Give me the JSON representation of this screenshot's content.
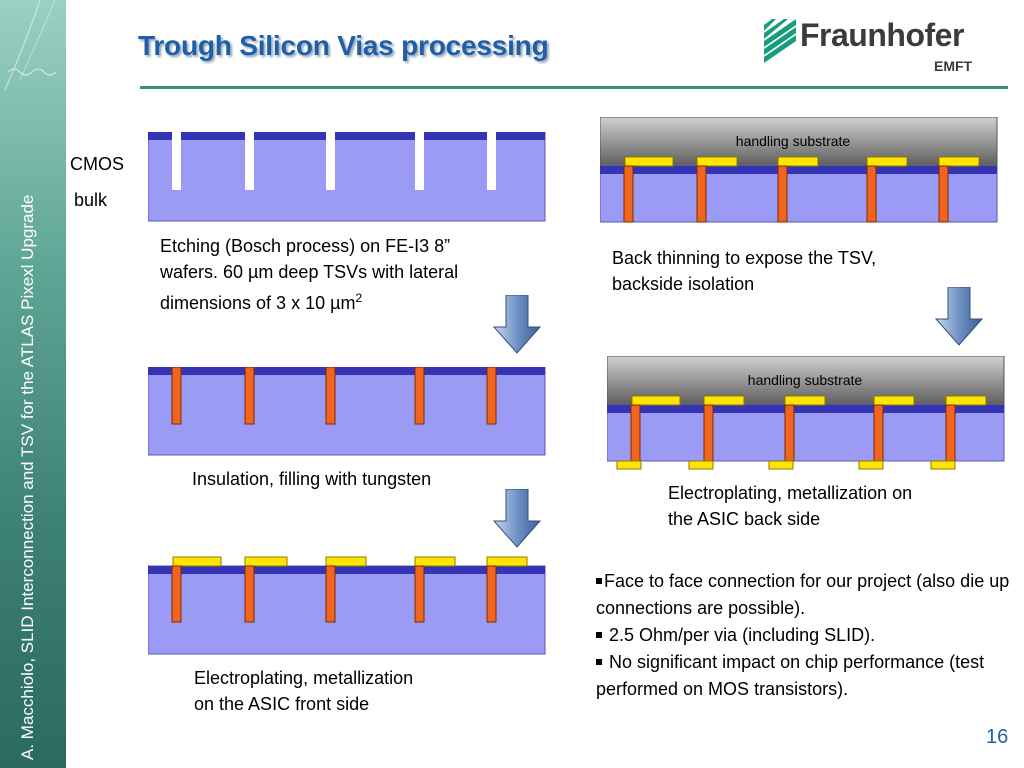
{
  "sidebar": {
    "text": "A. Macchiolo, SLID Interconnection and TSV for the ATLAS Pixexl Upgrade"
  },
  "header": {
    "title": "Trough Silicon Vias processing"
  },
  "logo": {
    "name": "Fraunhofer",
    "sub": "EMFT"
  },
  "labels": {
    "cmos": "CMOS",
    "bulk": "bulk",
    "handling1": "handling substrate",
    "handling2": "handling substrate"
  },
  "captions": {
    "step1_line1": "Etching (Bosch process) on FE-I3 8”",
    "step1_line2": "wafers. 60 µm deep TSVs with lateral",
    "step1_line3": "dimensions of 3 x 10 µm",
    "step1_sup": "2",
    "step2": "Insulation, filling with tungsten",
    "step3_line1": "Electroplating, metallization",
    "step3_line2": "on the ASIC front side",
    "step4_line1": "Back thinning to expose the TSV,",
    "step4_line2": "backside isolation",
    "step5_line1": "Electroplating, metallization on",
    "step5_line2": "the ASIC back side"
  },
  "bullets": [
    {
      "marker": "",
      "text": "Face to face connection for our project (also die up connections are possible)."
    },
    {
      "marker": " ",
      "text": "2.5 Ohm/per via (including SLID)."
    },
    {
      "marker": " ",
      "text": "No significant impact on chip performance (test performed on MOS transistors)."
    }
  ],
  "page_number": "16",
  "colors": {
    "bulk": "#9b9bf5",
    "cmos": "#3434b4",
    "via": "#f0641e",
    "metal": "#ffe600",
    "handling_top": "#c8c8c8",
    "handling_bottom": "#6e6e6e",
    "title": "#1f5fa8"
  }
}
